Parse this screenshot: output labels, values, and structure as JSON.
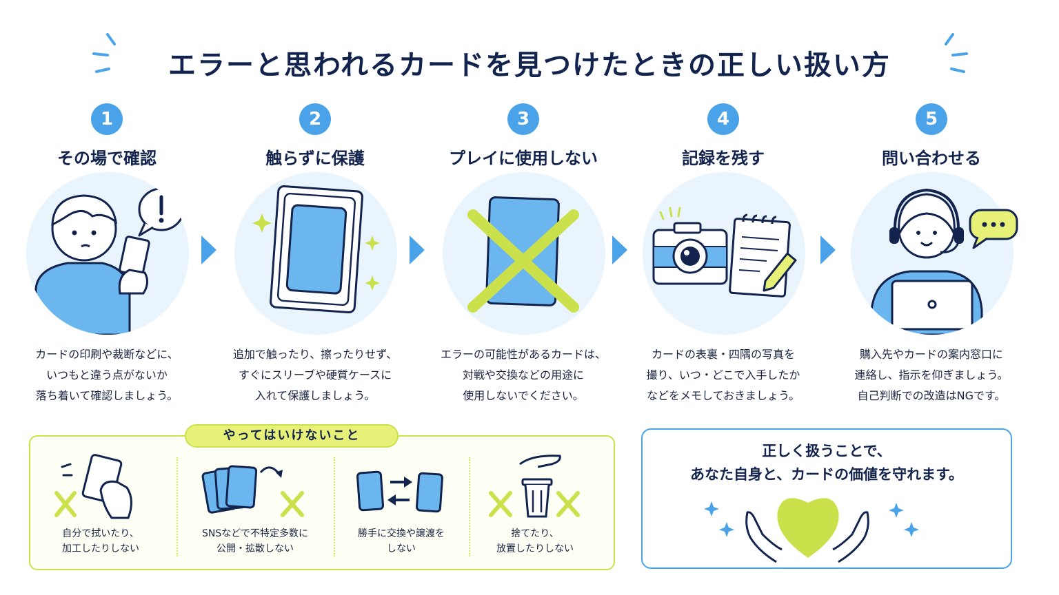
{
  "title": "エラーと思われるカードを見つけたときの正しい扱い方",
  "steps": [
    {
      "num": "1",
      "title": "その場で確認",
      "lines": [
        "カードの印刷や裁断などに、",
        "いつもと違う点がないか",
        "落ち着いて確認しましょう。"
      ]
    },
    {
      "num": "2",
      "title": "触らずに保護",
      "lines": [
        "追加で触ったり、擦ったりせず、",
        "すぐにスリーブや硬質ケースに",
        "入れて保護しましょう。"
      ]
    },
    {
      "num": "3",
      "title": "プレイに使用しない",
      "lines": [
        "エラーの可能性があるカードは、",
        "対戦や交換などの用途に",
        "使用しないでください。"
      ]
    },
    {
      "num": "4",
      "title": "記録を残す",
      "lines": [
        "カードの表裏・四隅の写真を",
        "撮り、いつ・どこで入手したか",
        "などをメモしておきましょう。"
      ]
    },
    {
      "num": "5",
      "title": "問い合わせる",
      "lines": [
        "購入先やカードの案内窓口に",
        "連絡し、指示を仰ぎましょう。",
        "自己判断での改造はNGです。"
      ]
    }
  ],
  "donts": {
    "label": "やってはいけないこと",
    "items": [
      {
        "lines": [
          "自分で拭いたり、",
          "加工したりしない"
        ]
      },
      {
        "lines": [
          "SNSなどで不特定多数に",
          "公開・拡散しない"
        ]
      },
      {
        "lines": [
          "勝手に交換や譲渡を",
          "しない"
        ]
      },
      {
        "lines": [
          "捨てたり、",
          "放置したりしない"
        ]
      }
    ]
  },
  "message": {
    "line1": "正しく扱うことで、",
    "line2": "あなた自身と、カードの価値を守れます。"
  },
  "colors": {
    "navy": "#12234d",
    "blue": "#4aa3e8",
    "light_blue": "#e9f4fd",
    "lime": "#cbe14c"
  }
}
